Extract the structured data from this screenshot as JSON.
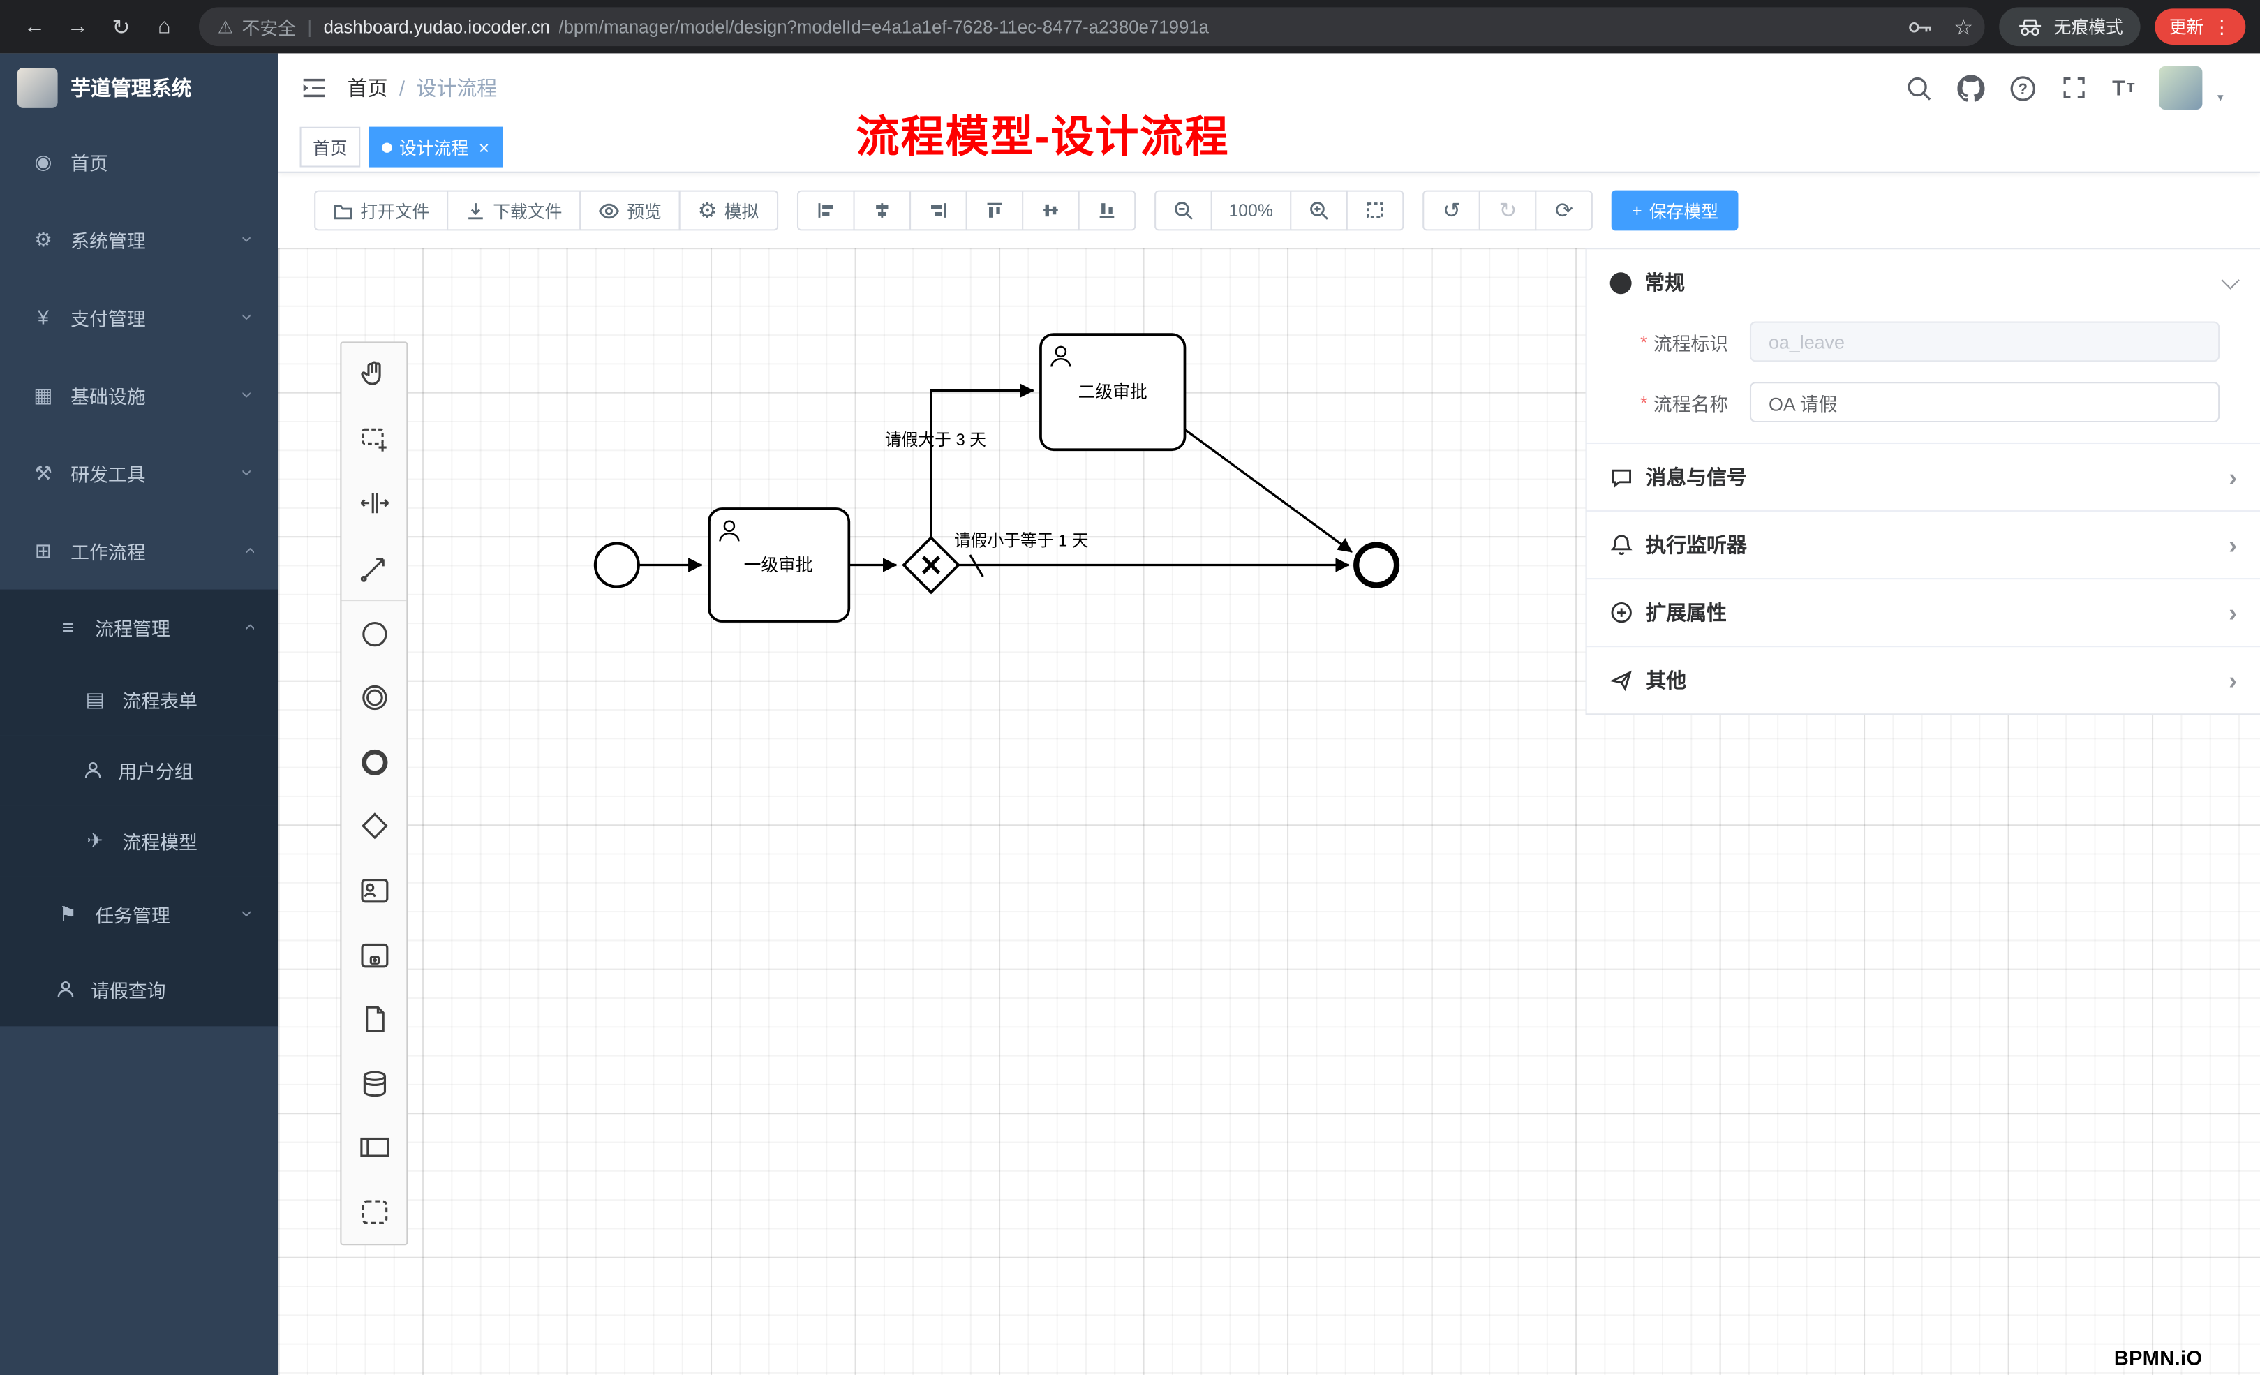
{
  "colors": {
    "accent": "#409eff",
    "sidebar_bg": "#304156",
    "submenu_bg": "#1f2d3d",
    "annotation_red": "#fe0000",
    "update_red": "#e8453c"
  },
  "icons": {
    "back": "←",
    "forward": "→",
    "reload": "↻",
    "home": "⌂",
    "warning": "⚠",
    "divider": "|",
    "star": "☆",
    "more": "⋮",
    "close": "×",
    "chevron": "›",
    "undo": "↺",
    "redo": "↻",
    "refresh": "⟳",
    "plus": "+",
    "caret": "▼",
    "question": "?",
    "t": "T",
    "asterisk": "*",
    "dashboard": "◉",
    "gear": "⚙",
    "yen": "¥",
    "grid": "▦",
    "hammer": "⚒",
    "workflow": "⊞",
    "list": "≡",
    "form": "▤",
    "plane": "✈",
    "flag": "⚑"
  },
  "browser": {
    "not_secure": "不安全",
    "domain": "dashboard.yudao.iocoder.cn",
    "path": "/bpm/manager/model/design?modelId=e4a1a1ef-7628-11ec-8477-a2380e71991a",
    "incognito": "无痕模式",
    "update": "更新"
  },
  "sidebar": {
    "title": "芋道管理系统",
    "items": [
      {
        "label": "首页"
      },
      {
        "label": "系统管理"
      },
      {
        "label": "支付管理"
      },
      {
        "label": "基础设施"
      },
      {
        "label": "研发工具"
      },
      {
        "label": "工作流程"
      },
      {
        "label": "流程管理"
      },
      {
        "label": "流程表单"
      },
      {
        "label": "用户分组"
      },
      {
        "label": "流程模型"
      },
      {
        "label": "任务管理"
      },
      {
        "label": "请假查询"
      }
    ]
  },
  "header": {
    "home": "首页",
    "sep": "/",
    "current": "设计流程"
  },
  "annotation": "流程模型-设计流程",
  "tabs": {
    "home": "首页",
    "active": "设计流程"
  },
  "toolbar": {
    "open": "打开文件",
    "download": "下载文件",
    "preview": "预览",
    "simulate": "模拟",
    "zoom": "100%",
    "save": "保存模型"
  },
  "palette_tools": [
    "hand-tool",
    "lasso-tool",
    "space-tool",
    "global-connect-tool",
    "create-start-event",
    "create-intermediate-event",
    "create-end-event",
    "create-gateway",
    "create-user-task",
    "create-subprocess",
    "create-data-object",
    "create-data-store",
    "create-pool",
    "create-group"
  ],
  "diagram": {
    "task1": "一级审批",
    "task2": "二级审批",
    "cond_gt": "请假大于 3 天",
    "cond_le": "请假小于等于 1 天"
  },
  "panel": {
    "title": "常规",
    "fields": [
      {
        "label": "流程标识",
        "value": "oa_leave"
      },
      {
        "label": "流程名称",
        "value": "OA 请假"
      }
    ],
    "sections": [
      {
        "label": "消息与信号"
      },
      {
        "label": "执行监听器"
      },
      {
        "label": "扩展属性"
      },
      {
        "label": "其他"
      }
    ]
  },
  "watermark": "BPMN.iO"
}
